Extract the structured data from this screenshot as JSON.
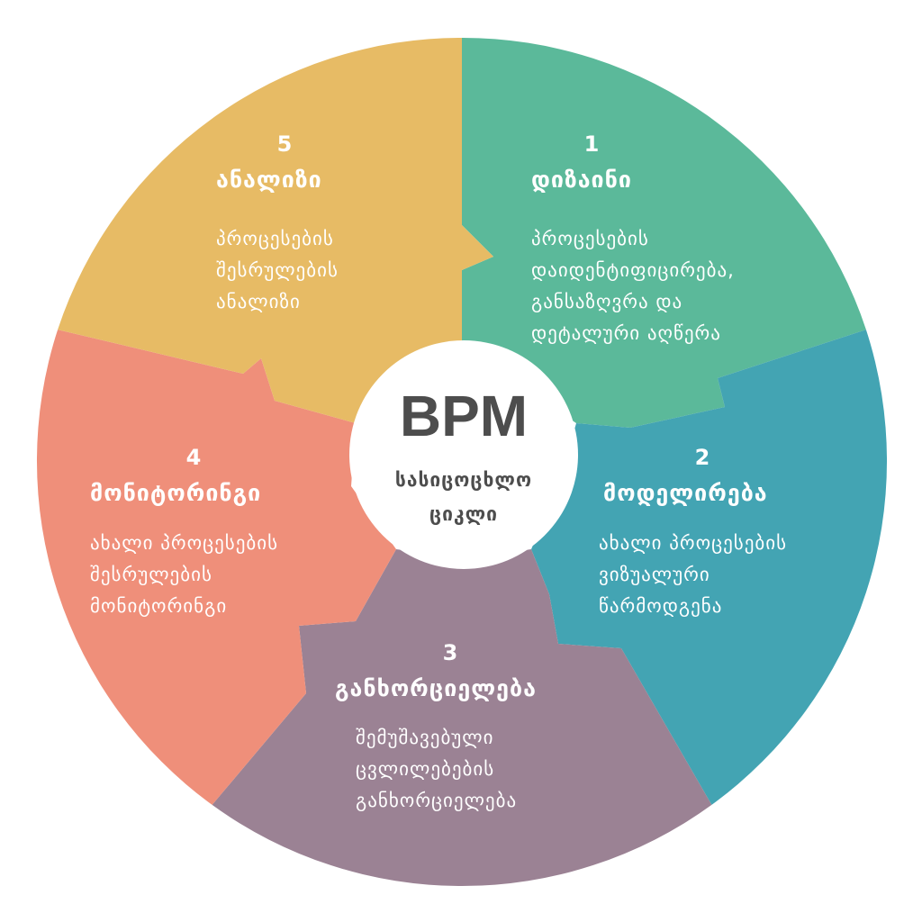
{
  "center": {
    "title": "BPM",
    "subtitle_line1": "სასიცოცხლო",
    "subtitle_line2": "ციკლი"
  },
  "colors": {
    "design": "#5bb99a",
    "modeling": "#43a4b3",
    "implementation": "#9b8294",
    "monitoring": "#ef8f7a",
    "analysis": "#e7bb65",
    "center_fill": "#ffffff",
    "center_text": "#4d4d4d"
  },
  "segments": [
    {
      "number": "1",
      "title": "დიზაინი",
      "desc": [
        "პროცესების",
        "დაიდენტიფიცირება,",
        "განსაზღვრა და",
        "დეტალური აღწერა"
      ]
    },
    {
      "number": "2",
      "title": "მოდელირება",
      "desc": [
        "ახალი პროცესების",
        "ვიზუალური",
        "წარმოდგენა"
      ]
    },
    {
      "number": "3",
      "title": "განხორციელება",
      "desc": [
        "შემუშავებული",
        "ცვლილებების",
        "განხორციელება"
      ]
    },
    {
      "number": "4",
      "title": "მონიტორინგი",
      "desc": [
        "ახალი პროცესების",
        "შესრულების",
        "მონიტორინგი"
      ]
    },
    {
      "number": "5",
      "title": "ანალიზი",
      "desc": [
        "პროცესების",
        "შესრულების",
        "ანალიზი"
      ]
    }
  ]
}
